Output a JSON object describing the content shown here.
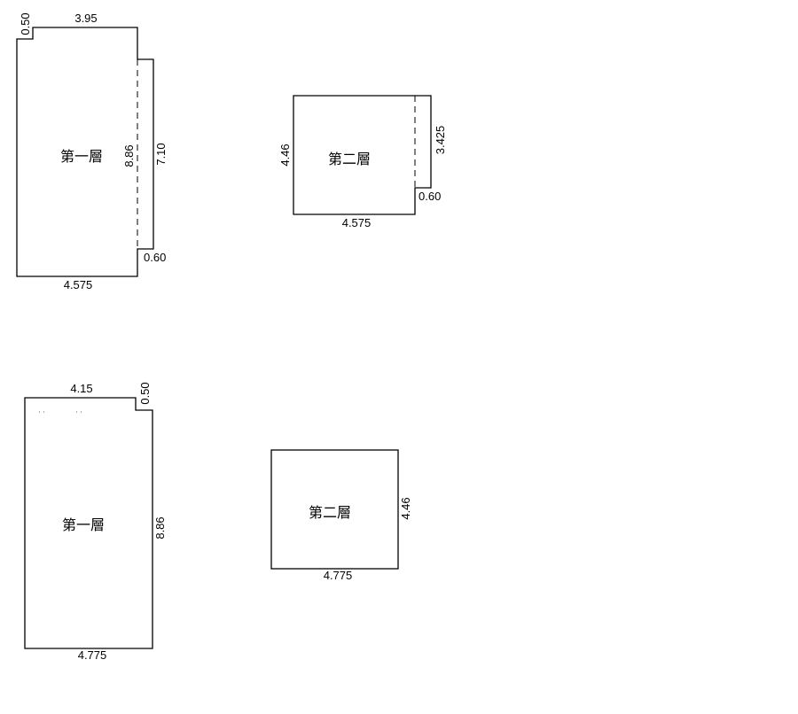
{
  "plans": [
    {
      "floor_label": "第一層",
      "dims": {
        "top": "3.95",
        "step": "0.50",
        "height": "8.86",
        "side": "7.10",
        "ledge": "0.60",
        "bottom": "4.575"
      }
    },
    {
      "floor_label": "第二層",
      "dims": {
        "height": "4.46",
        "side": "3.425",
        "ledge": "0.60",
        "bottom": "4.575"
      }
    },
    {
      "floor_label": "第一層",
      "dims": {
        "top": "4.15",
        "step": "0.50",
        "height": "8.86",
        "bottom": "4.775"
      }
    },
    {
      "floor_label": "第二層",
      "dims": {
        "height": "4.46",
        "bottom": "4.775"
      }
    }
  ]
}
